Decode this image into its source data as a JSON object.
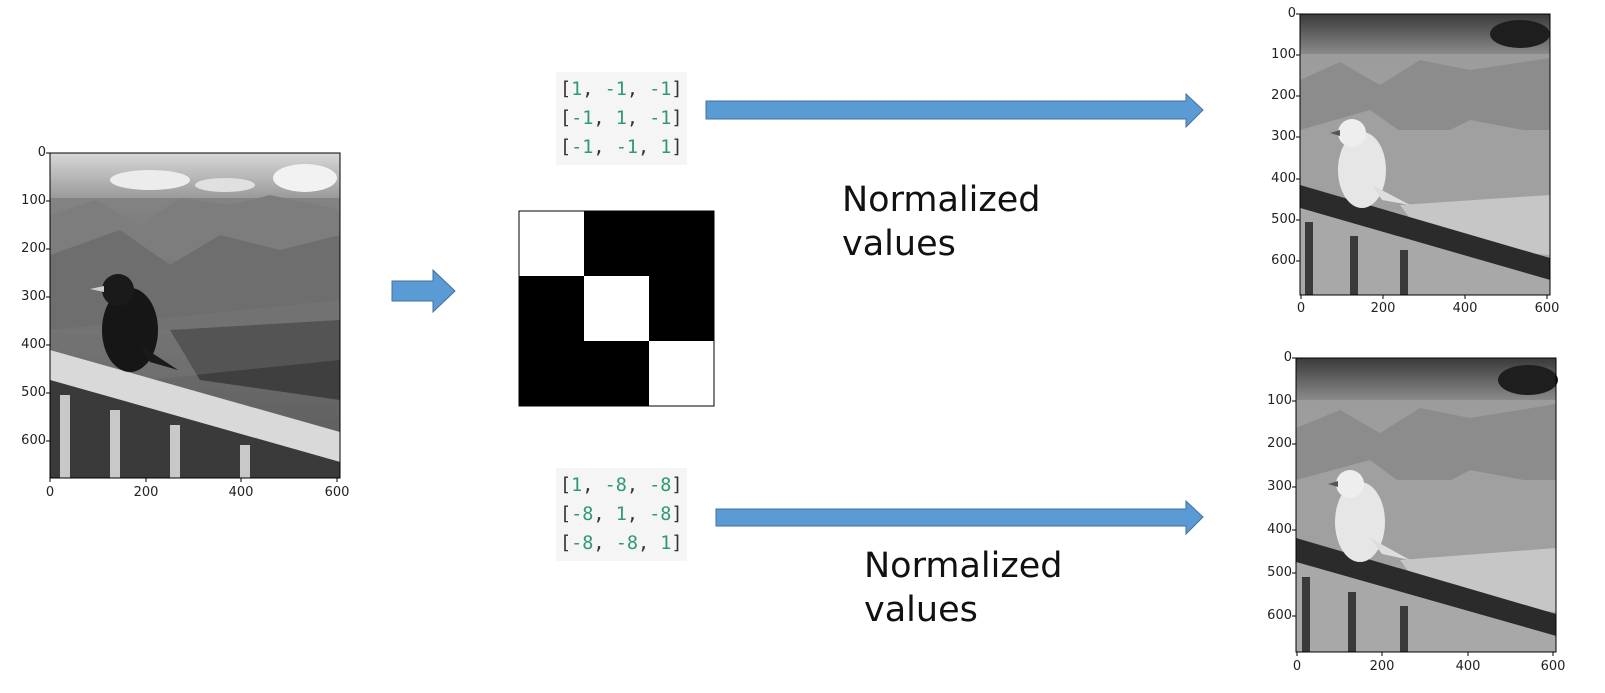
{
  "plots": {
    "input": {
      "y_ticks": [
        "0",
        "100",
        "200",
        "300",
        "400",
        "500",
        "600"
      ],
      "x_ticks": [
        "0",
        "200",
        "400",
        "600"
      ],
      "image_subject": "grayscale photo of a black bird perched on a railing in front of mountains"
    },
    "output_top": {
      "y_ticks": [
        "0",
        "100",
        "200",
        "300",
        "400",
        "500",
        "600"
      ],
      "x_ticks": [
        "0",
        "200",
        "400",
        "600"
      ],
      "image_subject": "inverted grayscale photo of the bird on railing (bird appears white)"
    },
    "output_bottom": {
      "y_ticks": [
        "0",
        "100",
        "200",
        "300",
        "400",
        "500",
        "600"
      ],
      "x_ticks": [
        "0",
        "200",
        "400",
        "600"
      ],
      "image_subject": "inverted grayscale photo of the bird on railing (bird appears white)"
    }
  },
  "kernel_top": {
    "rows": [
      [
        "1",
        "-1",
        "-1"
      ],
      [
        "-1",
        "1",
        "-1"
      ],
      [
        "-1",
        "-1",
        "1"
      ]
    ]
  },
  "kernel_bottom": {
    "rows": [
      [
        "1",
        "-8",
        "-8"
      ],
      [
        "-8",
        "1",
        "-8"
      ],
      [
        "-8",
        "-8",
        "1"
      ]
    ]
  },
  "kernel_visual": {
    "cells": [
      [
        "white",
        "black",
        "black"
      ],
      [
        "black",
        "white",
        "black"
      ],
      [
        "black",
        "black",
        "white"
      ]
    ]
  },
  "labels": {
    "normalized_top": [
      "Normalized",
      "values"
    ],
    "normalized_bottom": [
      "Normalized",
      "values"
    ]
  },
  "colors": {
    "arrow_fill": "#5b9bd5",
    "arrow_stroke": "#41719c",
    "matrix_number": "#2f9a6f",
    "matrix_bracket": "#333333"
  }
}
